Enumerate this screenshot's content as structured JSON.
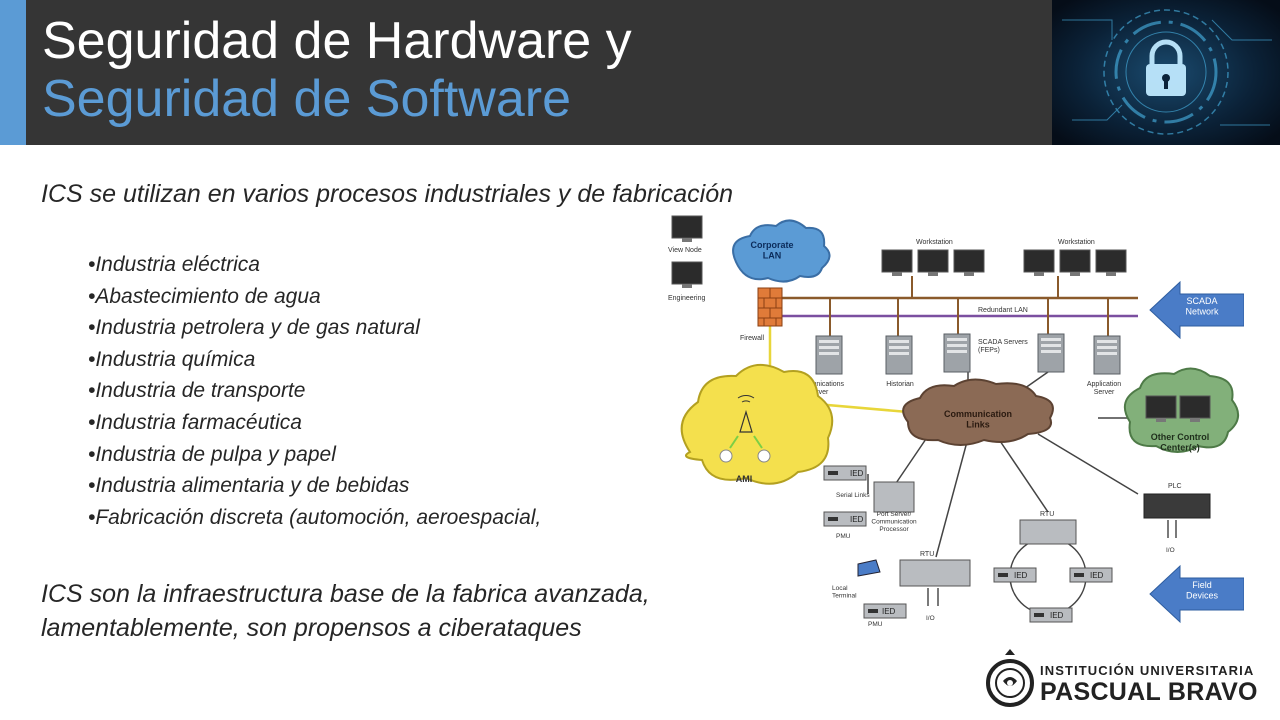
{
  "slide": {
    "title_line1": "Seguridad de Hardware y",
    "title_line2": "Seguridad de Software",
    "intro": "ICS se utilizan en varios procesos industriales y de fabricación",
    "bullets": [
      "•Industria eléctrica",
      "•Abastecimiento de agua",
      "•Industria petrolera y de gas natural",
      "•Industria química",
      "•Industria de transporte",
      "•Industria farmacéutica",
      "•Industria de pulpa y papel",
      "•Industria alimentaria y de bebidas",
      "•Fabricación discreta (automoción, aeroespacial,"
    ],
    "closing": "ICS son la infraestructura base de la fabrica avanzada, lamentablemente, son propensos a ciberataques"
  },
  "header_image": {
    "icon": "padlock-icon",
    "accent": "#4fc3f7"
  },
  "diagram": {
    "labels": {
      "view_node": "View Node",
      "engineering": "Engineering",
      "corporate_lan": "Corporate\nLAN",
      "firewall": "Firewall",
      "workstation_left": "Workstation",
      "workstation_right": "Workstation",
      "redundant_lan": "Redundant LAN",
      "scada_network": "SCADA\nNetwork",
      "communications_server": "Communications\nServer",
      "historian": "Historian",
      "scada_servers": "SCADA Servers\n(FEPs)",
      "application_server": "Application\nServer",
      "communication_links": "Communication\nLinks",
      "ami": "AMI",
      "other_control_centers": "Other Control\nCenter(s)",
      "ied": "IED",
      "serial_links": "Serial Links",
      "pmu": "PMU",
      "port_server": "Port Server/\nCommunication\nProcessor",
      "rtu": "RTU",
      "plc": "PLC",
      "io": "I/O",
      "local_terminal": "Local\nTerminal",
      "field_devices": "Field\nDevices"
    },
    "colors": {
      "corporate_lan": "#5b9bd5",
      "communication_links": "#8b6a55",
      "ami": "#f4e04d",
      "other_control_centers": "#82b07a",
      "arrow": "#4a7cc7",
      "firewall": "#e07b39",
      "lan_primary": "#8a5a2b",
      "lan_secondary": "#7b4fa0"
    }
  },
  "logo": {
    "line1": "INSTITUCIÓN UNIVERSITARIA",
    "line2": "PASCUAL BRAVO",
    "icon": "institution-seal-icon"
  }
}
